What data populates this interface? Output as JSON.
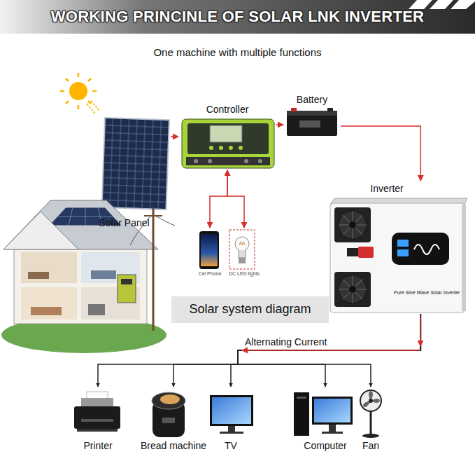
{
  "diagram": {
    "title": "WORKING PRINCINLE OF SOLAR LNK INVERTER",
    "nodes": [
      {
        "text": [
          "Solar Panel"
        ]
      },
      {
        "text": [
          "Controller"
        ]
      },
      {
        "text": [
          "Battery"
        ]
      },
      {
        "text": [
          "Inverter",
          "Pure Sine Wave Solar Inverter"
        ]
      },
      {
        "text": [
          "Cel Phone"
        ]
      },
      {
        "text": [
          "DC LED lights"
        ]
      },
      {
        "text": [
          "Solar system diagram"
        ]
      },
      {
        "text": [
          "Printer"
        ]
      },
      {
        "text": [
          "Bread machine"
        ]
      },
      {
        "text": [
          "TV"
        ]
      },
      {
        "text": [
          "Computer"
        ]
      },
      {
        "text": [
          "Fan"
        ]
      }
    ],
    "edges": [
      {
        "from": 0,
        "to": 1,
        "arrow": "to"
      },
      {
        "from": 1,
        "to": 2,
        "arrow": "to"
      },
      {
        "from": 2,
        "to": 3,
        "arrow": "to"
      },
      {
        "from": 1,
        "to": 4,
        "arrow": "both"
      },
      {
        "from": 1,
        "to": 5,
        "arrow": "both"
      },
      {
        "from": 3,
        "to": 7,
        "arrow": "to",
        "label": "Alternating Current"
      },
      {
        "from": 3,
        "to": 8,
        "arrow": "to"
      },
      {
        "from": 3,
        "to": 9,
        "arrow": "to"
      },
      {
        "from": 3,
        "to": 10,
        "arrow": "to"
      },
      {
        "from": 3,
        "to": 11,
        "arrow": "to"
      }
    ],
    "labels": [
      "One machine with multiple functions"
    ]
  }
}
